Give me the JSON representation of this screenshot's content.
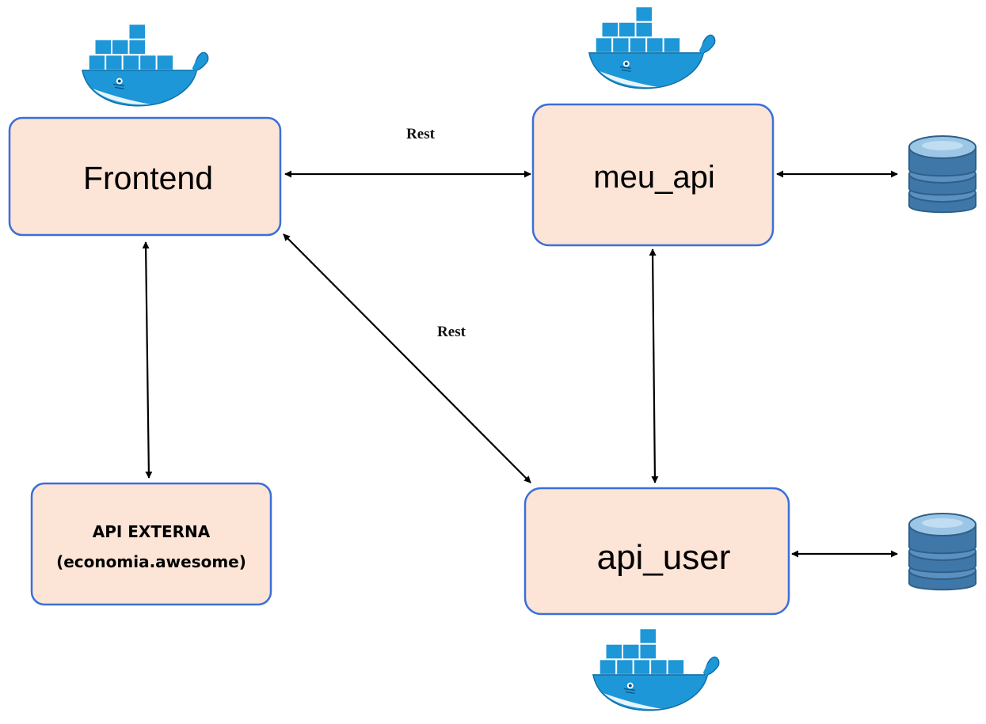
{
  "nodes": {
    "frontend": {
      "label": "Frontend"
    },
    "meu_api": {
      "label": "meu_api"
    },
    "api_user": {
      "label": "api_user"
    },
    "api_externa": {
      "line1": "API EXTERNA",
      "line2": "(economia.awesome)"
    }
  },
  "edges": {
    "frontend_meu_api": {
      "label": "Rest"
    },
    "frontend_api_user": {
      "label": "Rest"
    }
  },
  "icons": {
    "container": "docker-whale-icon",
    "database": "database-icon"
  },
  "colors": {
    "node_fill": "#FCE4D6",
    "node_border": "#3A6FD8",
    "whale_blue": "#1D97D8",
    "whale_light": "#E6F4FB",
    "db_blue": "#3E77A8",
    "db_light": "#9CC6E6",
    "arrow": "#000000"
  }
}
